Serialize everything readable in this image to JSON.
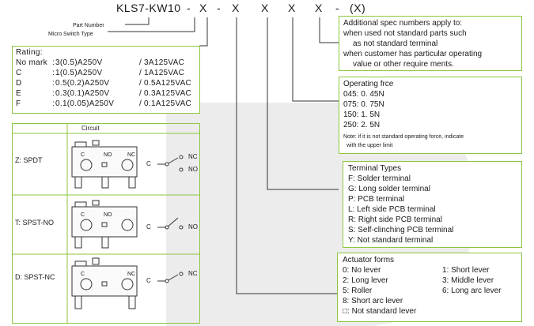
{
  "part_code": {
    "prefix": "KLS7-KW10",
    "sep": "-",
    "x": "X",
    "paren_x": "(X)",
    "part_number_label": "Part Number",
    "switch_type_label": "Micro Switch Type"
  },
  "rating": {
    "title": "Rating:",
    "rows": [
      {
        "key": "No mark",
        "sep": ":",
        "value": "3(0.5)A250V",
        "slash": "/",
        "vac": "3A125VAC"
      },
      {
        "key": "C",
        "sep": ":",
        "value": "1(0.5)A250V",
        "slash": "/",
        "vac": "1A125VAC"
      },
      {
        "key": "D",
        "sep": ":",
        "value": "0.5(0.2)A250V",
        "slash": "/",
        "vac": "0.5A125VAC"
      },
      {
        "key": "E",
        "sep": ":",
        "value": "0.3(0.1)A250V",
        "slash": "/",
        "vac": "0.3A125VAC"
      },
      {
        "key": "F",
        "sep": ":",
        "value": "0.1(0.05)A250V",
        "slash": "/",
        "vac": "0.1A125VAC"
      }
    ]
  },
  "circuit": {
    "header": "Circuit",
    "rows": [
      {
        "label": "Z:  SPDT",
        "c": "C",
        "no": "NO",
        "nc": "NC"
      },
      {
        "label": "T:  SPST-NO",
        "c": "C",
        "no": "NO",
        "nc": ""
      },
      {
        "label": "D:  SPST-NC",
        "c": "C",
        "no": "",
        "nc": "NC"
      }
    ],
    "wiring_z": {
      "c": "C",
      "nc": "NC",
      "no": "NO"
    },
    "wiring_t": {
      "c": "C",
      "no": "NO"
    },
    "wiring_d": {
      "c": "C",
      "nc": "NC"
    }
  },
  "additional": {
    "lines": [
      "Additional spec numbers apply to:",
      "when used not standard parts such",
      "as not standard terminal",
      "when customer has particular operating",
      "value or other require ments."
    ]
  },
  "operating_force": {
    "title": "Operating frce",
    "rows": [
      "045: 0. 45N",
      "075: 0. 75N",
      "150: 1. 5N",
      "250: 2. 5N"
    ],
    "note1": "Note: if it is not standard operating force, indicate",
    "note2": "with the upper limit"
  },
  "terminal_types": {
    "title": "Terminal Types",
    "rows": [
      "F:  Solder terminal",
      "G:  Long solder terminal",
      "P:  PCB terminal",
      "L:  Left side PCB terminal",
      "R:  Right side PCB terminal",
      "S:  Self-clinching PCB terminal",
      "Y:  Not standard terminal"
    ]
  },
  "actuator_forms": {
    "title": "Actuator forms",
    "left": [
      "0:  No lever",
      "2:  Long lever",
      "5:  Roller",
      "8:  Short arc lever",
      "□:  Not standard lever"
    ],
    "right": [
      "1:  Short lever",
      "3:  Middle lever",
      "6:  Long arc lever"
    ]
  },
  "colors": {
    "border": "#8dc63f",
    "line": "#333333",
    "background_shape": "#ececec"
  }
}
